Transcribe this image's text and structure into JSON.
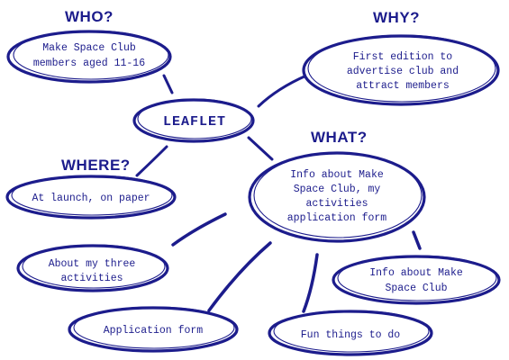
{
  "center": {
    "label": "LEAFLET"
  },
  "questions": {
    "who": "WHO?",
    "why": "WHY?",
    "where": "WHERE?",
    "what": "WHAT?"
  },
  "nodes": {
    "who": [
      "Make Space Club",
      "members aged 11-16"
    ],
    "why": [
      "First edition to",
      "advertise club and",
      "attract members"
    ],
    "where": [
      "At launch, on paper"
    ],
    "what": [
      "Info about Make",
      "Space Club, my",
      "activities",
      "application form"
    ],
    "activities": [
      "About my three",
      "activities"
    ],
    "application": [
      "Application form"
    ],
    "fun": [
      "Fun things to do"
    ],
    "info": [
      "Info about Make",
      "Space Club"
    ]
  }
}
